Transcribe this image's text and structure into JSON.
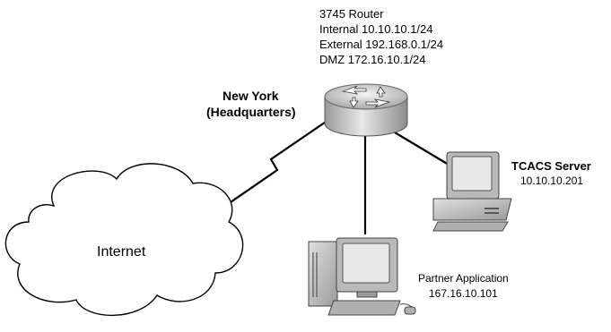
{
  "router": {
    "model": "3745 Router",
    "internal": "Internal 10.10.10.1/24",
    "external": "External 192.168.0.1/24",
    "dmz": "DMZ 172.16.10.1/24"
  },
  "site": {
    "name": "New York",
    "role": "(Headquarters)"
  },
  "cloud": {
    "label": "Internet"
  },
  "tacacs": {
    "name": "TCACS Server",
    "ip": "10.10.10.201"
  },
  "partner": {
    "name": "Partner Application",
    "ip": "167.16.10.101"
  },
  "colors": {
    "device_gray": "#c8c8c8",
    "device_dark": "#8a8a8a",
    "screen_fill": "#e6e6e6",
    "line": "#000000"
  }
}
